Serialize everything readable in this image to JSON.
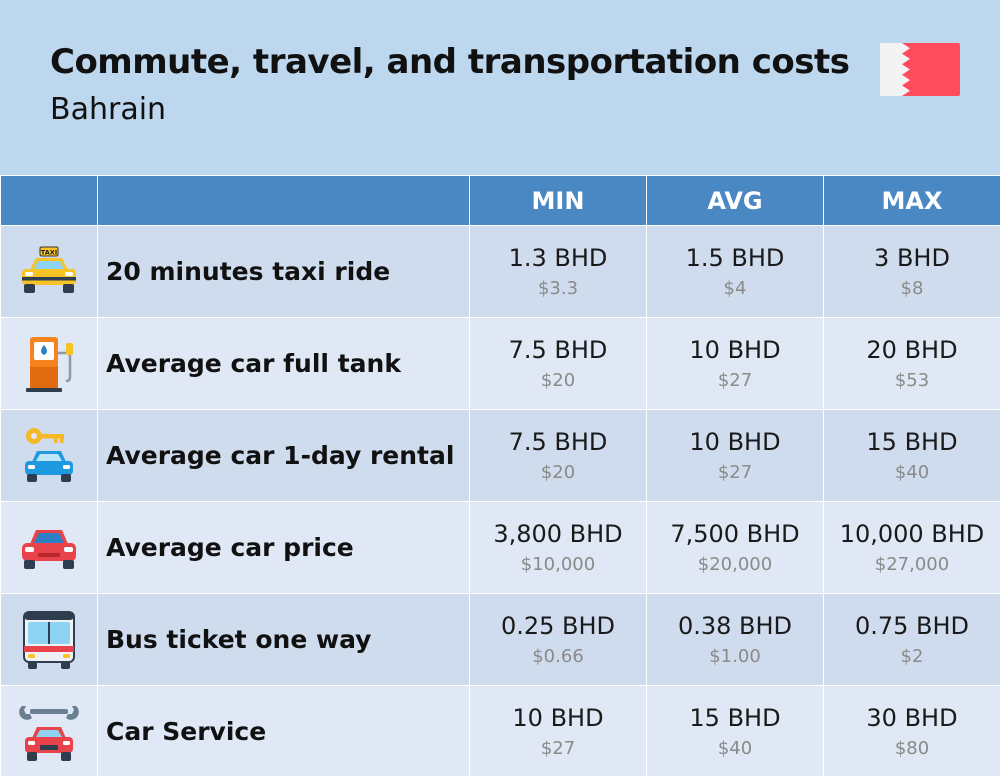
{
  "header": {
    "title": "Commute, travel, and transportation costs",
    "subtitle": "Bahrain"
  },
  "colors": {
    "background": "#bdd7ee",
    "header_row": "#4a88c4",
    "row_shade_a": "#cfdcee",
    "row_shade_b": "#dfe8f4",
    "flag_red": "#ff4c5c",
    "flag_white": "#f3f3f3"
  },
  "chart_data": {
    "type": "table",
    "columns": [
      "MIN",
      "AVG",
      "MAX"
    ],
    "currency": "BHD",
    "rows": [
      {
        "icon": "taxi-icon",
        "label": "20 minutes taxi ride",
        "values": [
          {
            "bhd": "1.3 BHD",
            "usd": "$3.3"
          },
          {
            "bhd": "1.5 BHD",
            "usd": "$4"
          },
          {
            "bhd": "3 BHD",
            "usd": "$8"
          }
        ]
      },
      {
        "icon": "fuel-pump-icon",
        "label": "Average car full tank",
        "values": [
          {
            "bhd": "7.5 BHD",
            "usd": "$20"
          },
          {
            "bhd": "10 BHD",
            "usd": "$27"
          },
          {
            "bhd": "20 BHD",
            "usd": "$53"
          }
        ]
      },
      {
        "icon": "car-rental-key-icon",
        "label": "Average car 1-day rental",
        "values": [
          {
            "bhd": "7.5 BHD",
            "usd": "$20"
          },
          {
            "bhd": "10 BHD",
            "usd": "$27"
          },
          {
            "bhd": "15 BHD",
            "usd": "$40"
          }
        ]
      },
      {
        "icon": "car-icon",
        "label": "Average car price",
        "values": [
          {
            "bhd": "3,800 BHD",
            "usd": "$10,000"
          },
          {
            "bhd": "7,500 BHD",
            "usd": "$20,000"
          },
          {
            "bhd": "10,000 BHD",
            "usd": "$27,000"
          }
        ]
      },
      {
        "icon": "bus-icon",
        "label": "Bus ticket one way",
        "values": [
          {
            "bhd": "0.25 BHD",
            "usd": "$0.66"
          },
          {
            "bhd": "0.38 BHD",
            "usd": "$1.00"
          },
          {
            "bhd": "0.75 BHD",
            "usd": "$2"
          }
        ]
      },
      {
        "icon": "car-service-wrench-icon",
        "label": "Car Service",
        "values": [
          {
            "bhd": "10 BHD",
            "usd": "$27"
          },
          {
            "bhd": "15 BHD",
            "usd": "$40"
          },
          {
            "bhd": "30 BHD",
            "usd": "$80"
          }
        ]
      }
    ]
  }
}
